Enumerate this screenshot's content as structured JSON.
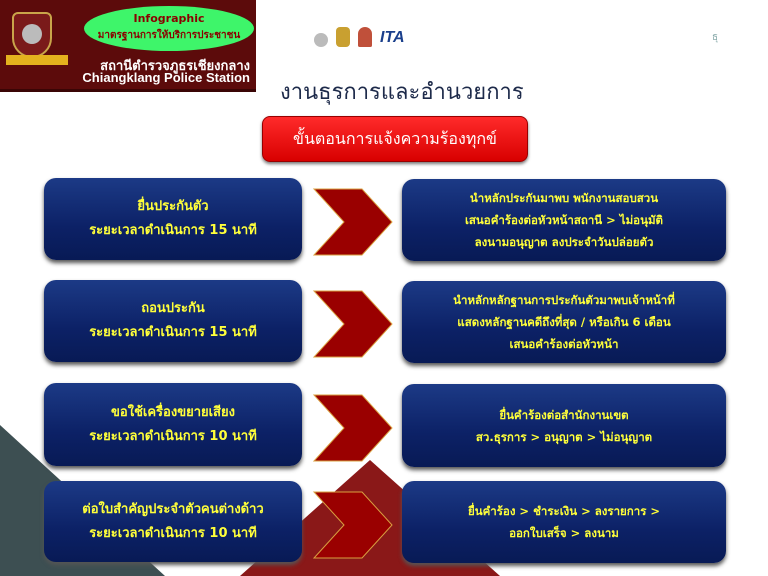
{
  "banner": {
    "title_en": "Infographic",
    "subtitle_th": "มาตรฐานการให้บริการประชาชน",
    "station_th": "สถานีตำรวจภูธรเชียงกลาง",
    "station_en": "Chiangklang Police Station",
    "badge_text": "Chiangklang Police Station",
    "ribbon_text": "สถานีตำรวจภูธรเชียงกลาง"
  },
  "logos": {
    "ita": "ITA"
  },
  "corner_text": "ธุ",
  "page_title": "งานธุรการและอำนวยการ",
  "header_button": "ขั้นตอนการแจ้งความร้องทุกข์",
  "colors": {
    "box": "#0c2166",
    "text": "#ffff3a",
    "arrow": "#9a0000",
    "header": "#e60000",
    "banner": "#5c0b0b"
  },
  "rows": [
    {
      "service": "ยื่นประกันตัว",
      "duration": "ระยะเวลาดำเนินการ 15 นาที",
      "steps": [
        "นำหลักประกันมาพบ  พนักงานสอบสวน",
        "เสนอคำร้องต่อหัวหน้าสถานี > ไม่อนุมัติ",
        "ลงนามอนุญาต ลงประจำวันปล่อยตัว"
      ]
    },
    {
      "service": "ถอนประกัน",
      "duration": "ระยะเวลาดำเนินการ 15 นาที",
      "steps": [
        "นำหลักหลักฐานการประกันตัวมาพบเจ้าหน้าที่",
        "แสดงหลักฐานคดีถึงที่สุด / หรือเกิน 6 เดือน",
        "เสนอคำร้องต่อหัวหน้า"
      ]
    },
    {
      "service": "ขอใช้เครื่องขยายเสียง",
      "duration": "ระยะเวลาดำเนินการ 10 นาที",
      "steps": [
        "ยื่นคำร้องต่อสำนักงานเขต",
        "สว.ธุรการ > อนุญาต > ไม่อนุญาต"
      ]
    },
    {
      "service": "ต่อใบสำคัญประจำตัวคนต่างด้าว",
      "duration": "ระยะเวลาดำเนินการ 10 นาที",
      "steps": [
        "ยื่นคำร้อง > ชำระเงิน > ลงรายการ >",
        "ออกใบเสร็จ > ลงนาม"
      ]
    }
  ]
}
